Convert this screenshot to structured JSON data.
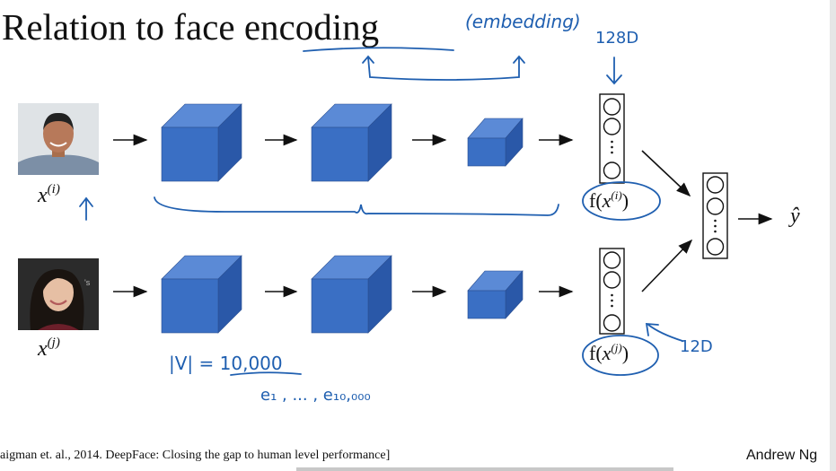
{
  "slide": {
    "title_prefix": "Relation to face ",
    "title_highlight": "encoding",
    "citation": "aigman et. al., 2014. DeepFace: Closing the gap to human level performance]",
    "author": "Andrew Ng"
  },
  "labels": {
    "xi_base": "x",
    "xi_sup": "(i)",
    "xj_base": "x",
    "xj_sup": "(j)",
    "fxi_pre": "f(",
    "fxi_var": "x",
    "fxi_sup": "(i)",
    "fxi_post": ")",
    "fxj_pre": "f(",
    "fxj_var": "x",
    "fxj_sup": "(j)",
    "fxj_post": ")",
    "output": "ŷ"
  },
  "annotations": {
    "embedding": "(embedding)",
    "dim_top": "128D",
    "dim_bottom": "12D",
    "v_size": "|V| = 10,000",
    "encodings": "e₁ , ... , e₁₀,₀₀₀"
  },
  "colors": {
    "cube_front": "#3a6fc4",
    "cube_top": "#5b8ad6",
    "cube_side": "#2a58a8",
    "ink": "#1f5fb0"
  }
}
